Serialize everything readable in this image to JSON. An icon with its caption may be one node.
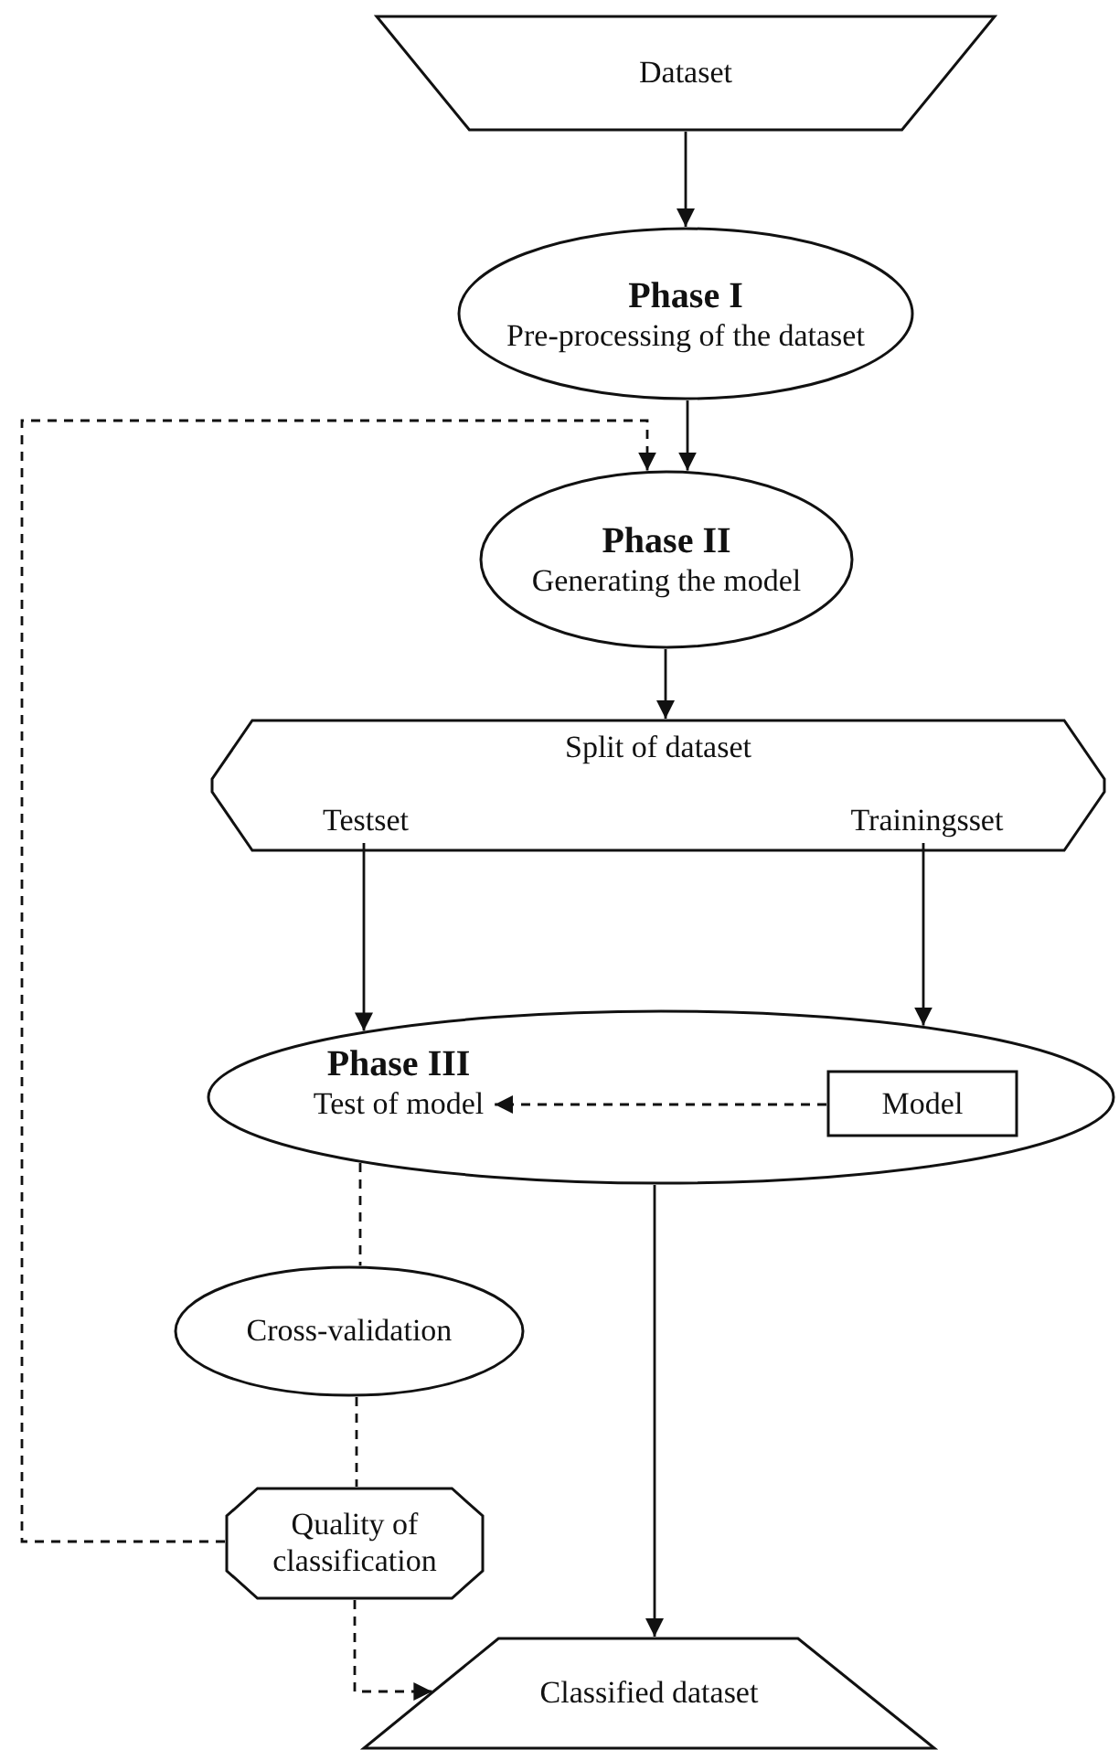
{
  "diagram": {
    "nodes": [
      {
        "text": [
          "Dataset"
        ]
      },
      {
        "text": [
          "Phase I",
          "Pre-processing of the dataset"
        ]
      },
      {
        "text": [
          "Phase II",
          "Generating the model"
        ]
      },
      {
        "text": [
          "Split of dataset"
        ]
      },
      {
        "text": [
          "Testset"
        ],
        "in": 3
      },
      {
        "text": [
          "Trainingsset"
        ],
        "in": 3
      },
      {
        "text": [
          "Phase III",
          "Test of model"
        ]
      },
      {
        "text": [
          "Model"
        ],
        "in": 6
      },
      {
        "text": [
          "Cross-validation"
        ]
      },
      {
        "text": [
          "Quality of classification"
        ]
      },
      {
        "text": [
          "Classified dataset"
        ]
      }
    ],
    "edges": [
      {
        "from": 0,
        "to": 1,
        "arrow": "to"
      },
      {
        "from": 1,
        "to": 2,
        "arrow": "to"
      },
      {
        "from": 9,
        "to": 2,
        "arrow": "to",
        "style": "dashed"
      },
      {
        "from": 2,
        "to": 3,
        "arrow": "to"
      },
      {
        "from": 4,
        "to": 6,
        "arrow": "to"
      },
      {
        "from": 5,
        "to": 6,
        "arrow": "to"
      },
      {
        "from": 7,
        "to": 6,
        "arrow": "to",
        "style": "dashed"
      },
      {
        "from": 6,
        "to": 8,
        "arrow": "none",
        "style": "dashed"
      },
      {
        "from": 8,
        "to": 9,
        "arrow": "none",
        "style": "dashed"
      },
      {
        "from": 9,
        "to": 10,
        "arrow": "to",
        "style": "dashed"
      },
      {
        "from": 6,
        "to": 10,
        "arrow": "to"
      }
    ]
  }
}
